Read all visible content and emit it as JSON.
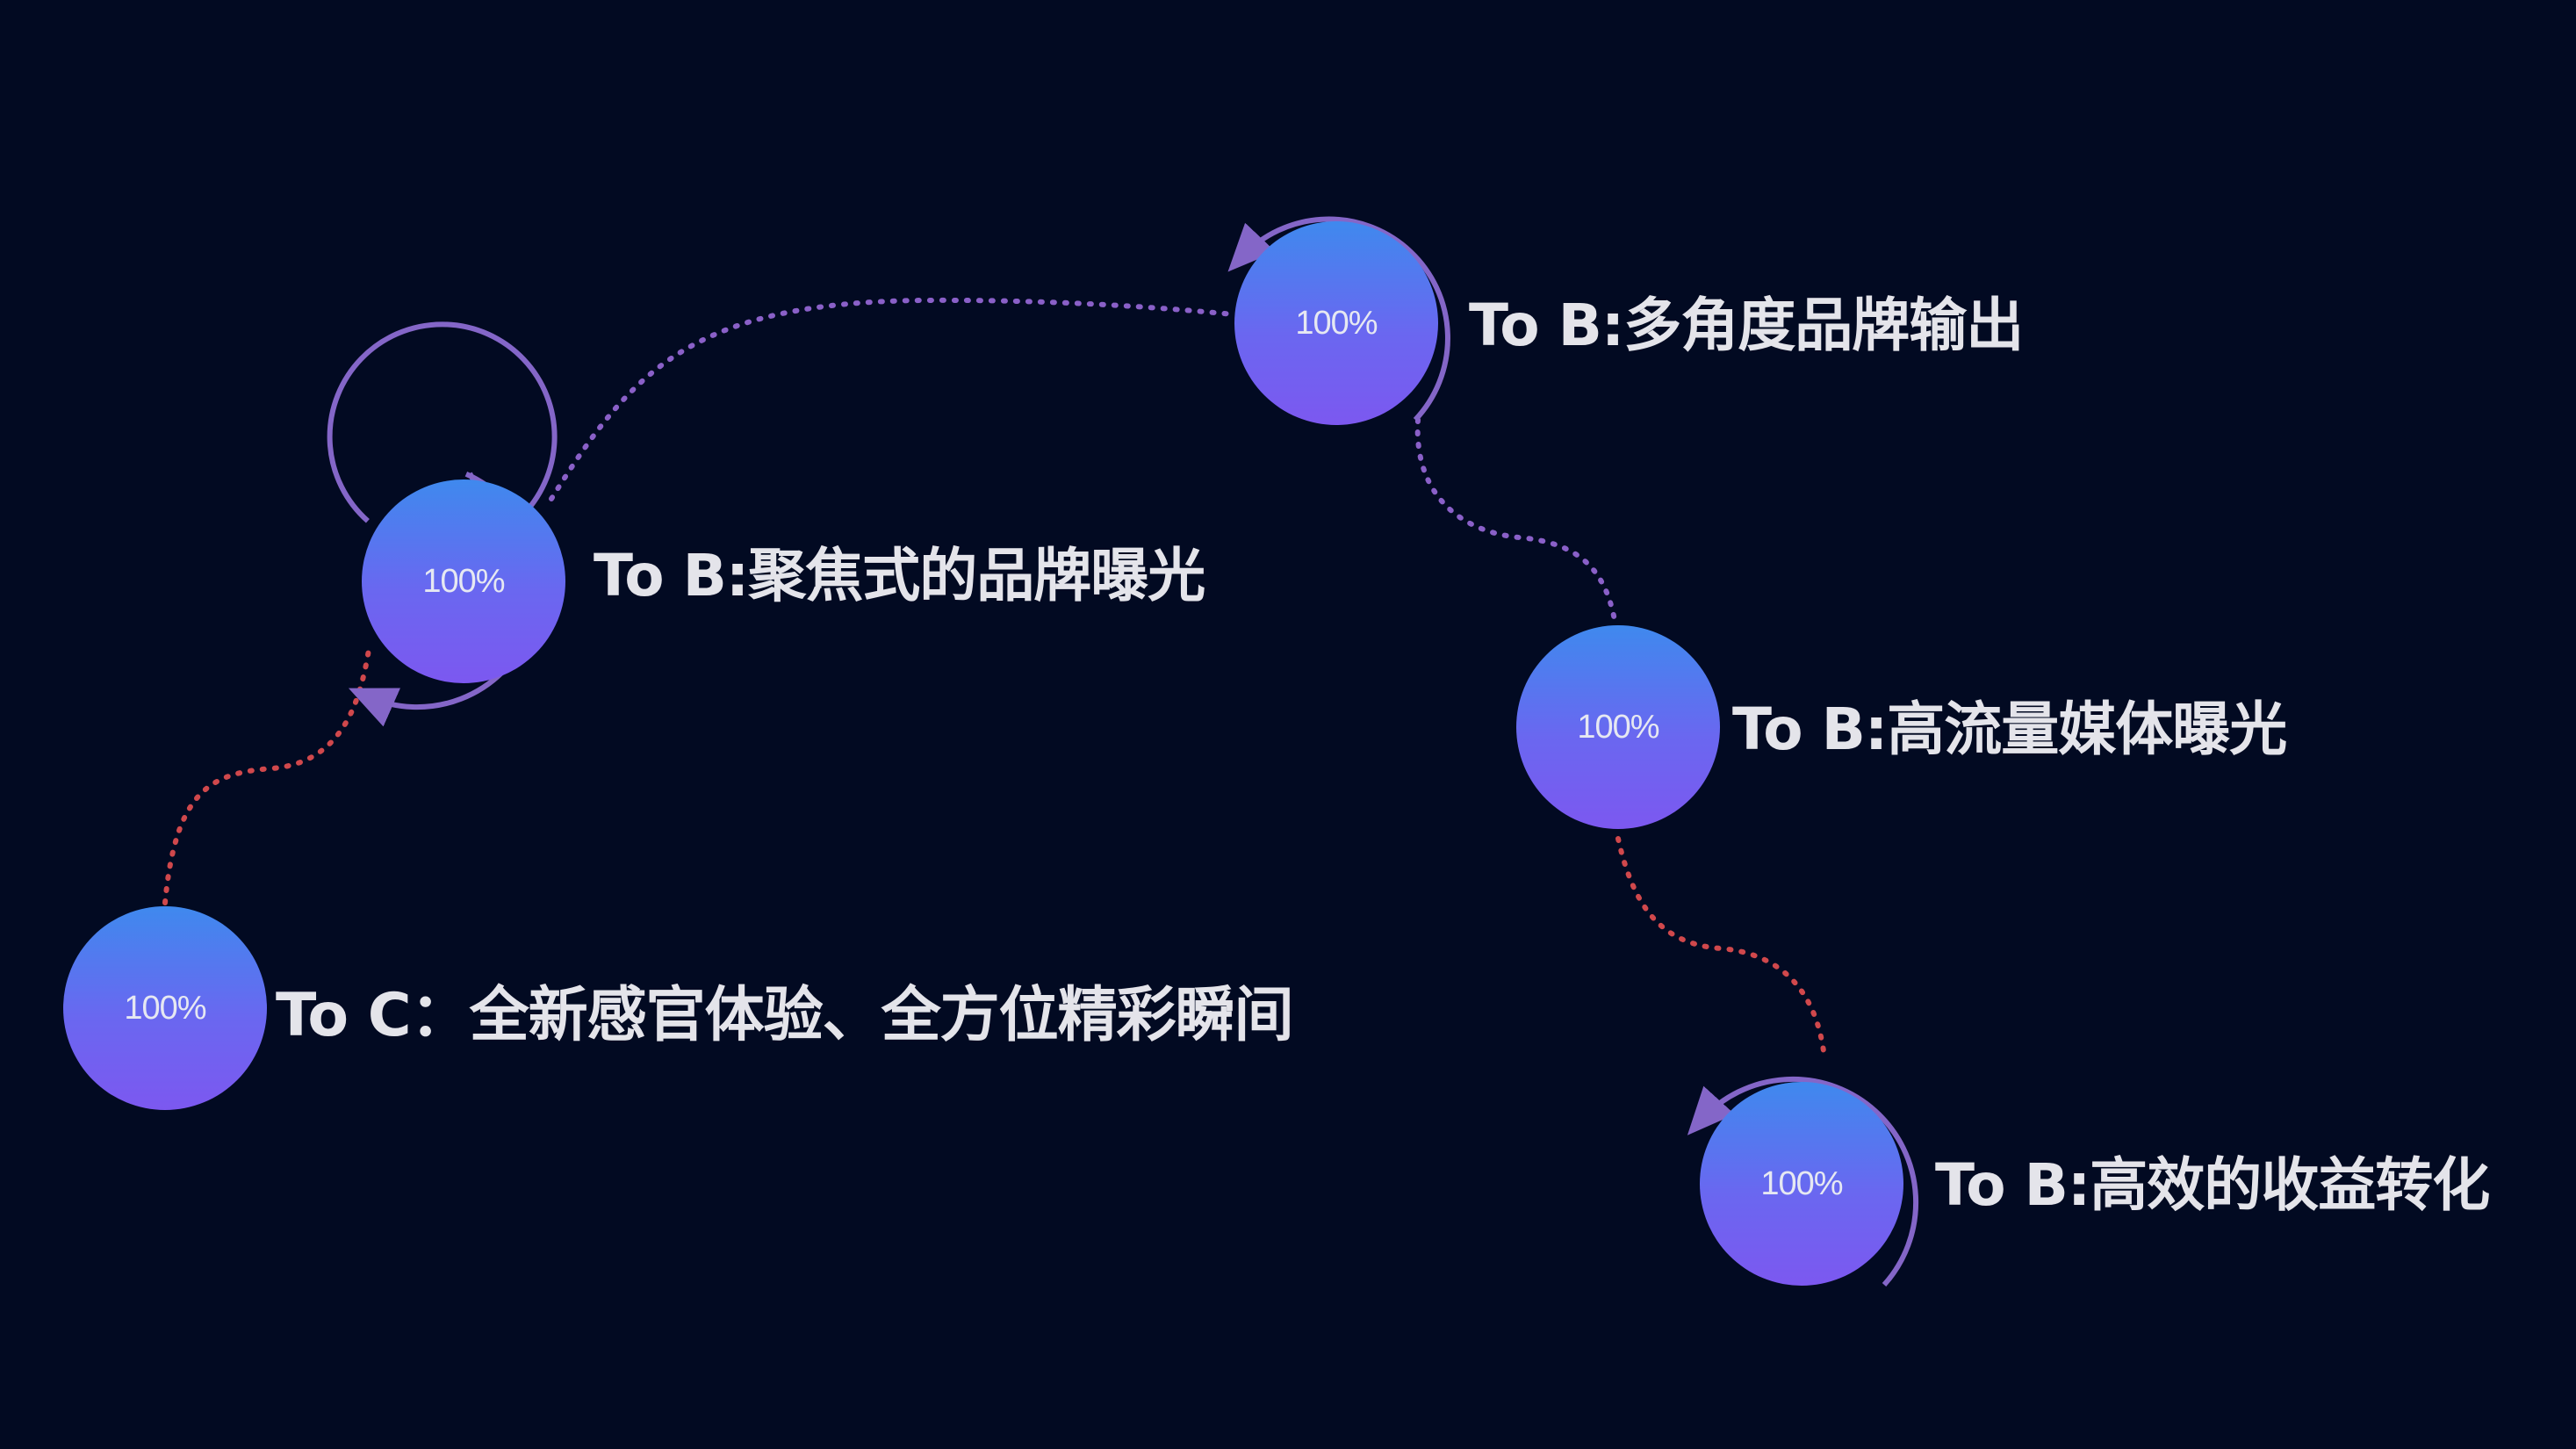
{
  "stages": [
    {
      "value": "100%",
      "label": "To C：全新感官体验、全方位精彩瞬间"
    },
    {
      "value": "100%",
      "label": "To B:聚焦式的品牌曝光"
    },
    {
      "value": "100%",
      "label": "To B:多角度品牌输出"
    },
    {
      "value": "100%",
      "label": "To B:高流量媒体曝光"
    },
    {
      "value": "100%",
      "label": "To B:高效的收益转化"
    }
  ],
  "colors": {
    "background": "#020a22",
    "node_top": "#3f89ee",
    "node_bottom": "#7c58f0",
    "connector_purple": "#8a60c8",
    "connector_red": "#d0484c",
    "ring": "#8466c8",
    "label": "#e4e4ea"
  },
  "icons": {
    "ring_arrow": "circular-arrow-icon"
  }
}
